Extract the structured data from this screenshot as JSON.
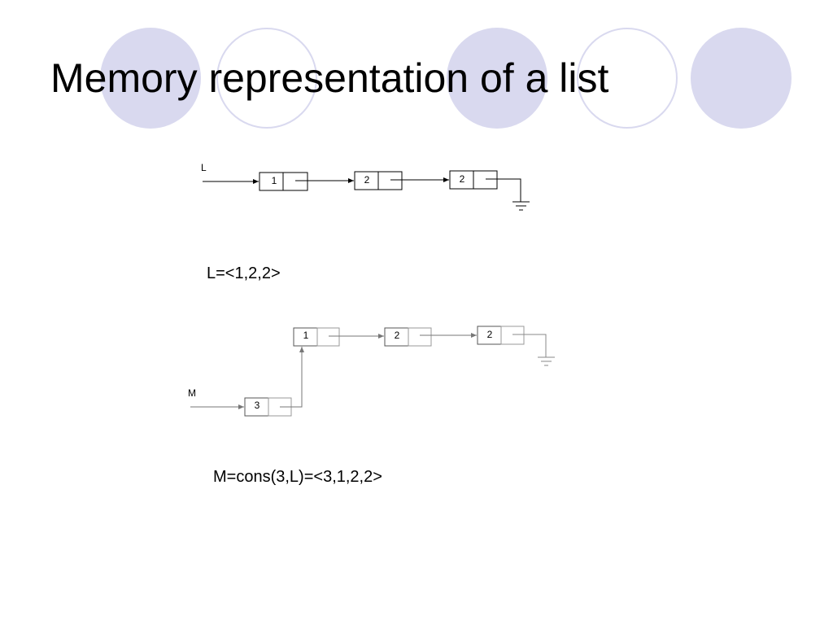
{
  "slide": {
    "title": "Memory representation of a list",
    "decorations": {
      "color": "#d9d9ef",
      "circles": [
        "filled",
        "ring",
        "filled",
        "ring",
        "filled"
      ]
    }
  },
  "list_l": {
    "pointer_label": "L",
    "nodes": [
      {
        "value": "1"
      },
      {
        "value": "2"
      },
      {
        "value": "2"
      }
    ],
    "formula": "L=<1,2,2>"
  },
  "list_m": {
    "pointer_label": "M",
    "head_node": {
      "value": "3"
    },
    "shared_nodes": [
      {
        "value": "1"
      },
      {
        "value": "2"
      },
      {
        "value": "2"
      }
    ],
    "formula": "M=cons(3,L)=<3,1,2,2>"
  }
}
